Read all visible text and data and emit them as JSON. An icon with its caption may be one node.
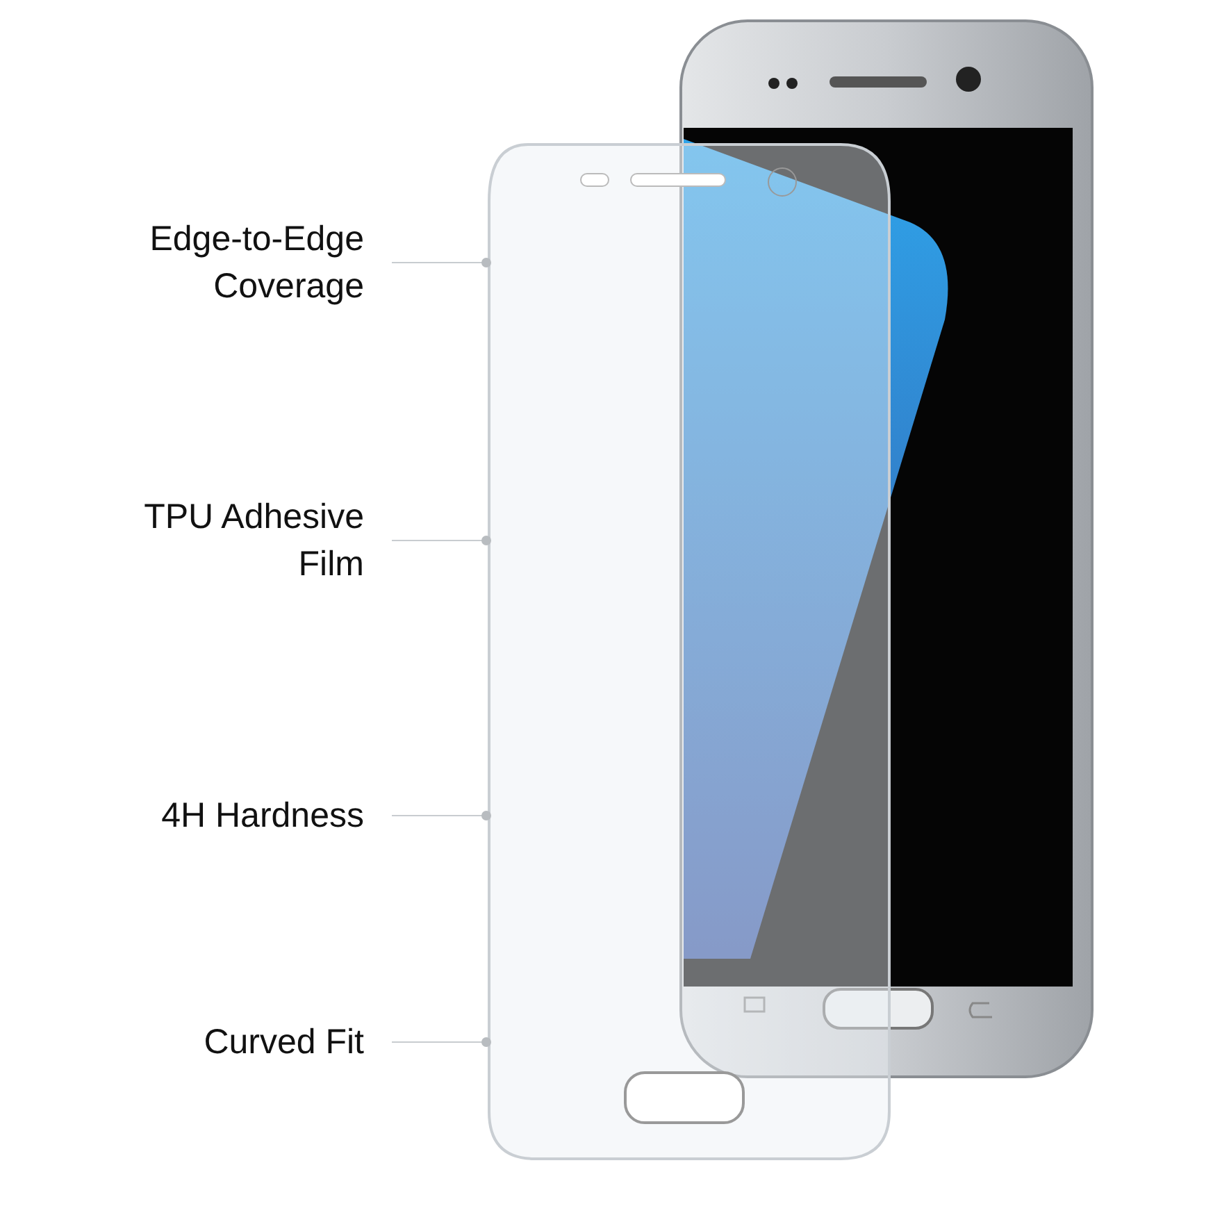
{
  "diagram": {
    "nodes": [
      {
        "text": [
          "Edge-to-Edge Coverage"
        ]
      },
      {
        "text": [
          "TPU Adhesive Film"
        ]
      },
      {
        "text": [
          "4H Hardness"
        ]
      },
      {
        "text": [
          "Curved Fit"
        ]
      },
      {
        "text": [],
        "shape": "picture"
      }
    ],
    "edges": [
      {
        "from": 0,
        "to": 4,
        "arrow": "other"
      },
      {
        "from": 1,
        "to": 4,
        "arrow": "other"
      },
      {
        "from": 2,
        "to": 4,
        "arrow": "other"
      },
      {
        "from": 3,
        "to": 4,
        "arrow": "other"
      }
    ]
  }
}
